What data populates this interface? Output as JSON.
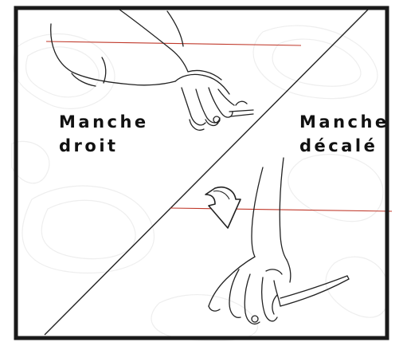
{
  "labels": {
    "left": {
      "line1": "Manche",
      "line2": "droit"
    },
    "right": {
      "line1": "Manche",
      "line2": "décalé"
    }
  },
  "colors": {
    "frame": "#1a1a1a",
    "ink": "#222222",
    "guide_line": "#c0392b",
    "topo_pattern": "#eeeeee",
    "background": "#ffffff"
  },
  "icons": {
    "arrow": "curved-down-arrow-icon"
  }
}
